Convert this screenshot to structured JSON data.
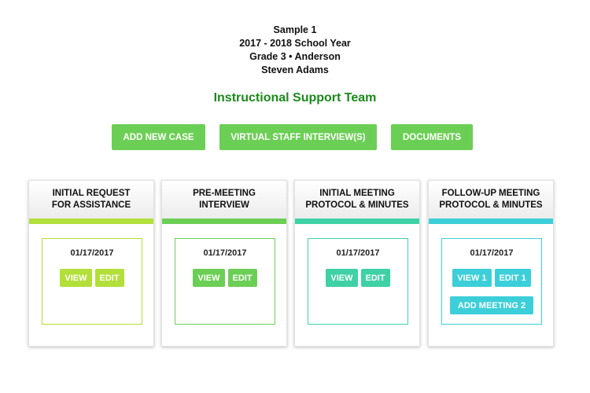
{
  "header": {
    "sample": "Sample 1",
    "school_year": "2017 - 2018 School Year",
    "grade_teacher": "Grade 3  •  Anderson",
    "student": "Steven Adams"
  },
  "team_title": "Instructional Support Team",
  "actions": {
    "add_case": "ADD NEW CASE",
    "virtual_interview": "VIRTUAL STAFF INTERVIEW(S)",
    "documents": "DOCUMENTS"
  },
  "colors": {
    "title_green": "#1a8a1a",
    "button_green": "#6ccf55",
    "lime": "#b3df3a",
    "teal": "#3fd1a6",
    "cyan": "#3ccfd9"
  },
  "cards": [
    {
      "title_line1": "INITIAL REQUEST",
      "title_line2": "FOR ASSISTANCE",
      "date": "01/17/2017",
      "buttons": [
        "VIEW",
        "EDIT"
      ]
    },
    {
      "title_line1": "PRE-MEETING",
      "title_line2": "INTERVIEW",
      "date": "01/17/2017",
      "buttons": [
        "VIEW",
        "EDIT"
      ]
    },
    {
      "title_line1": "INITIAL MEETING",
      "title_line2": "PROTOCOL & MINUTES",
      "date": "01/17/2017",
      "buttons": [
        "VIEW",
        "EDIT"
      ]
    },
    {
      "title_line1": "FOLLOW-UP MEETING",
      "title_line2": "PROTOCOL & MINUTES",
      "date": "01/17/2017",
      "buttons": [
        "VIEW 1",
        "EDIT 1"
      ],
      "extra_button": "ADD MEETING 2"
    }
  ]
}
